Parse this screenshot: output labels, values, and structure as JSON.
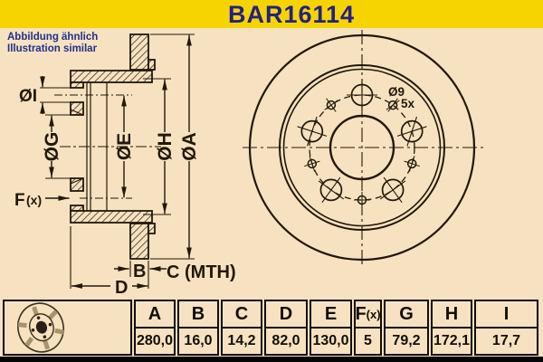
{
  "banner": {
    "title": "BAR16114"
  },
  "note": {
    "line1": "Abbildung ähnlich",
    "line2": "Illustration similar"
  },
  "cross_section": {
    "labels": {
      "dia_i": "ØI",
      "dia_g": "ØG",
      "dia_e": "ØE",
      "dia_h": "ØH",
      "dia_a": "ØA",
      "f": "F",
      "f_paren": "(x)",
      "b": "B",
      "c_mth": "C (MTH)",
      "d": "D"
    }
  },
  "front_view": {
    "labels": {
      "hole_dia": "Ø9",
      "hole_count": "5x"
    }
  },
  "table": {
    "columns": [
      {
        "header": "A",
        "value": "280,0"
      },
      {
        "header": "B",
        "value": "16,0"
      },
      {
        "header": "C",
        "value": "14,2"
      },
      {
        "header": "D",
        "value": "82,0"
      },
      {
        "header": "E",
        "value": "130,0"
      },
      {
        "header": "F",
        "header_suffix": "(x)",
        "value": "5"
      },
      {
        "header": "G",
        "value": "79,2"
      },
      {
        "header": "H",
        "value": "172,1"
      },
      {
        "header": "I",
        "value": "17,7"
      }
    ]
  },
  "colors": {
    "background": "#f6e2c0",
    "banner": "#f6d401",
    "title_text": "#232188",
    "line": "#221809"
  }
}
